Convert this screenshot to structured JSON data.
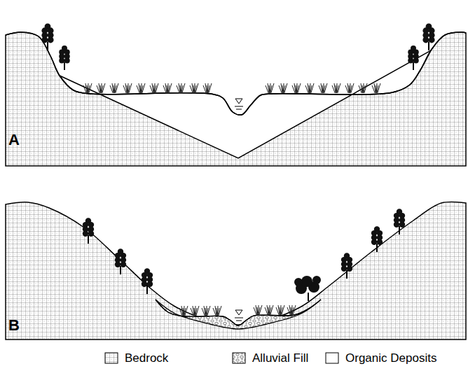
{
  "diagram": {
    "labels": [
      "A",
      "B"
    ],
    "legend": [
      {
        "text": "Bedrock"
      },
      {
        "text": "Alluvial Fill"
      },
      {
        "text": "Organic Deposits",
        "color": "#ffffff"
      }
    ]
  }
}
